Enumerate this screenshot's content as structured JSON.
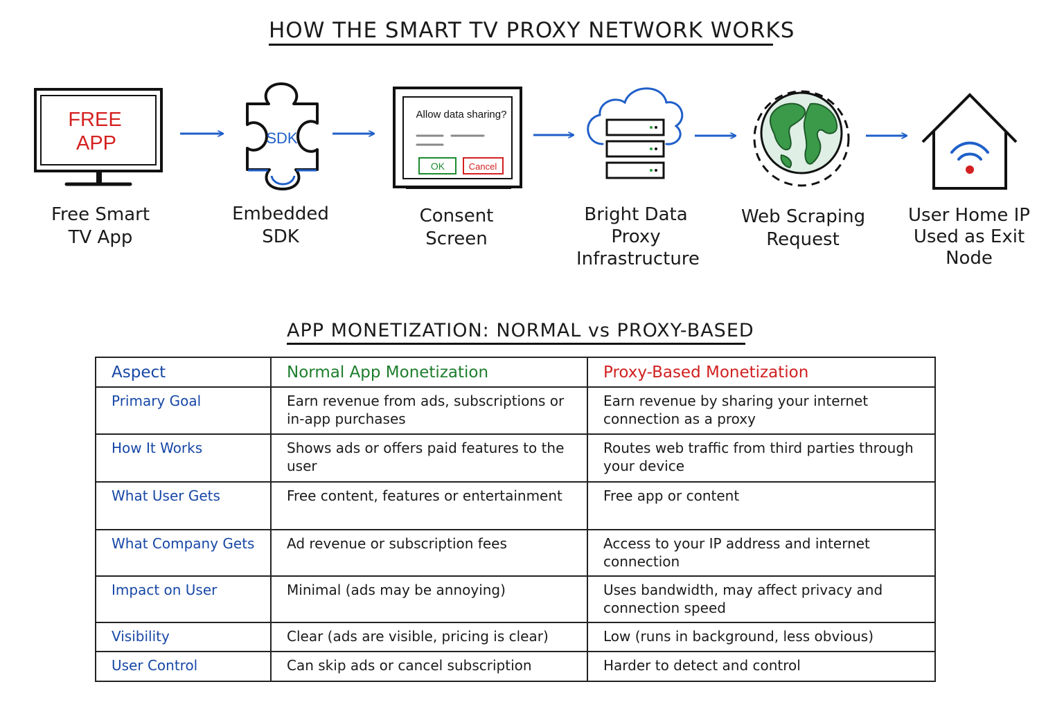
{
  "title": "HOW THE SMART TV PROXY NETWORK WORKS",
  "colors": {
    "arrow": "#1f5fc9",
    "tv_text_red": "#d42020",
    "ok_green": "#1d8a2e",
    "cancel_red": "#d42020",
    "globe_green": "#3a9a4a",
    "globe_water": "#dfefe6",
    "wifi_blue": "#1f5fc9",
    "wifi_dot_red": "#d42020",
    "aspect_blue": "#1747a6",
    "normal_green": "#1d7d2c",
    "proxy_red": "#d11f1f"
  },
  "flow": {
    "steps": [
      {
        "icon": "smart-tv-icon",
        "screen_text_line1": "FREE",
        "screen_text_line2": "APP",
        "label_lines": [
          "Free Smart",
          "TV App"
        ]
      },
      {
        "icon": "puzzle-piece-icon",
        "icon_text": "SDK",
        "label_lines": [
          "Embedded",
          "SDK"
        ]
      },
      {
        "icon": "consent-screen-icon",
        "dialog_text": "Allow data sharing?",
        "ok_label": "OK",
        "cancel_label": "Cancel",
        "label_lines": [
          "Consent",
          "Screen"
        ]
      },
      {
        "icon": "cloud-server-icon",
        "label_lines": [
          "Bright Data",
          "Proxy",
          "Infrastructure"
        ]
      },
      {
        "icon": "globe-icon",
        "label_lines": [
          "Web Scraping",
          "Request"
        ]
      },
      {
        "icon": "house-wifi-icon",
        "label_lines": [
          "User Home IP",
          "Used as Exit",
          "Node"
        ]
      }
    ]
  },
  "table": {
    "title": "APP  MONETIZATION:  NORMAL vs  PROXY-BASED",
    "headers": [
      "Aspect",
      "Normal App Monetization",
      "Proxy-Based Monetization"
    ],
    "rows": [
      {
        "aspect": "Primary Goal",
        "normal": "Earn revenue from ads, subscriptions or in-app purchases",
        "proxy": "Earn revenue by sharing your internet connection as a proxy"
      },
      {
        "aspect": "How It Works",
        "normal": "Shows ads or offers paid features to the user",
        "proxy": "Routes web traffic from third parties through your device"
      },
      {
        "aspect": "What User Gets",
        "normal": "Free content, features or entertainment",
        "proxy": "Free app or content"
      },
      {
        "aspect": "What Company Gets",
        "normal": "Ad revenue or subscription fees",
        "proxy": "Access to your IP address and internet connection"
      },
      {
        "aspect": "Impact on User",
        "normal": "Minimal (ads may be annoying)",
        "proxy": "Uses bandwidth, may affect privacy and connection speed"
      },
      {
        "aspect": "Visibility",
        "normal": "Clear (ads are visible, pricing is clear)",
        "proxy": "Low (runs in background, less obvious)"
      },
      {
        "aspect": "User Control",
        "normal": "Can skip ads or cancel subscription",
        "proxy": "Harder to detect and control"
      }
    ]
  }
}
